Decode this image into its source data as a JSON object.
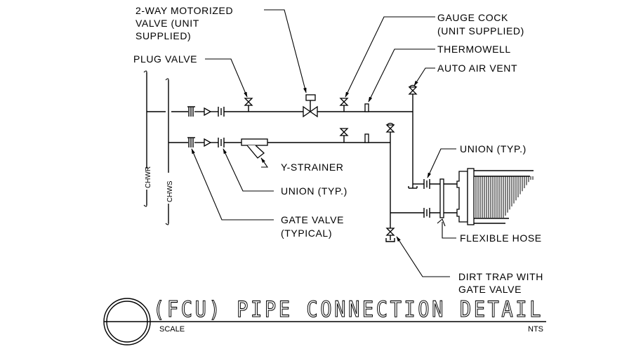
{
  "title": "(FCU) PIPE CONNECTION DETAIL",
  "scale_label": "SCALE",
  "scale_value": "NTS",
  "pipe_labels": {
    "return": "CHWR",
    "supply": "CHWS"
  },
  "callouts": {
    "motorized_valve": [
      "2-WAY MOTORIZED",
      "VALVE (UNIT",
      "SUPPLIED)"
    ],
    "plug_valve": [
      "PLUG VALVE"
    ],
    "gauge_cock": [
      "GAUGE COCK",
      "(UNIT SUPPLIED)"
    ],
    "thermowell": [
      "THERMOWELL"
    ],
    "auto_air_vent": [
      "AUTO AIR VENT"
    ],
    "union_right": [
      "UNION (TYP.)"
    ],
    "y_strainer": [
      "Y-STRAINER"
    ],
    "union_left": [
      "UNION (TYP.)"
    ],
    "gate_valve": [
      "GATE VALVE",
      "(TYPICAL)"
    ],
    "flexible_hose": [
      "FLEXIBLE HOSE"
    ],
    "dirt_trap": [
      "DIRT TRAP WITH",
      "GATE VALVE"
    ]
  }
}
